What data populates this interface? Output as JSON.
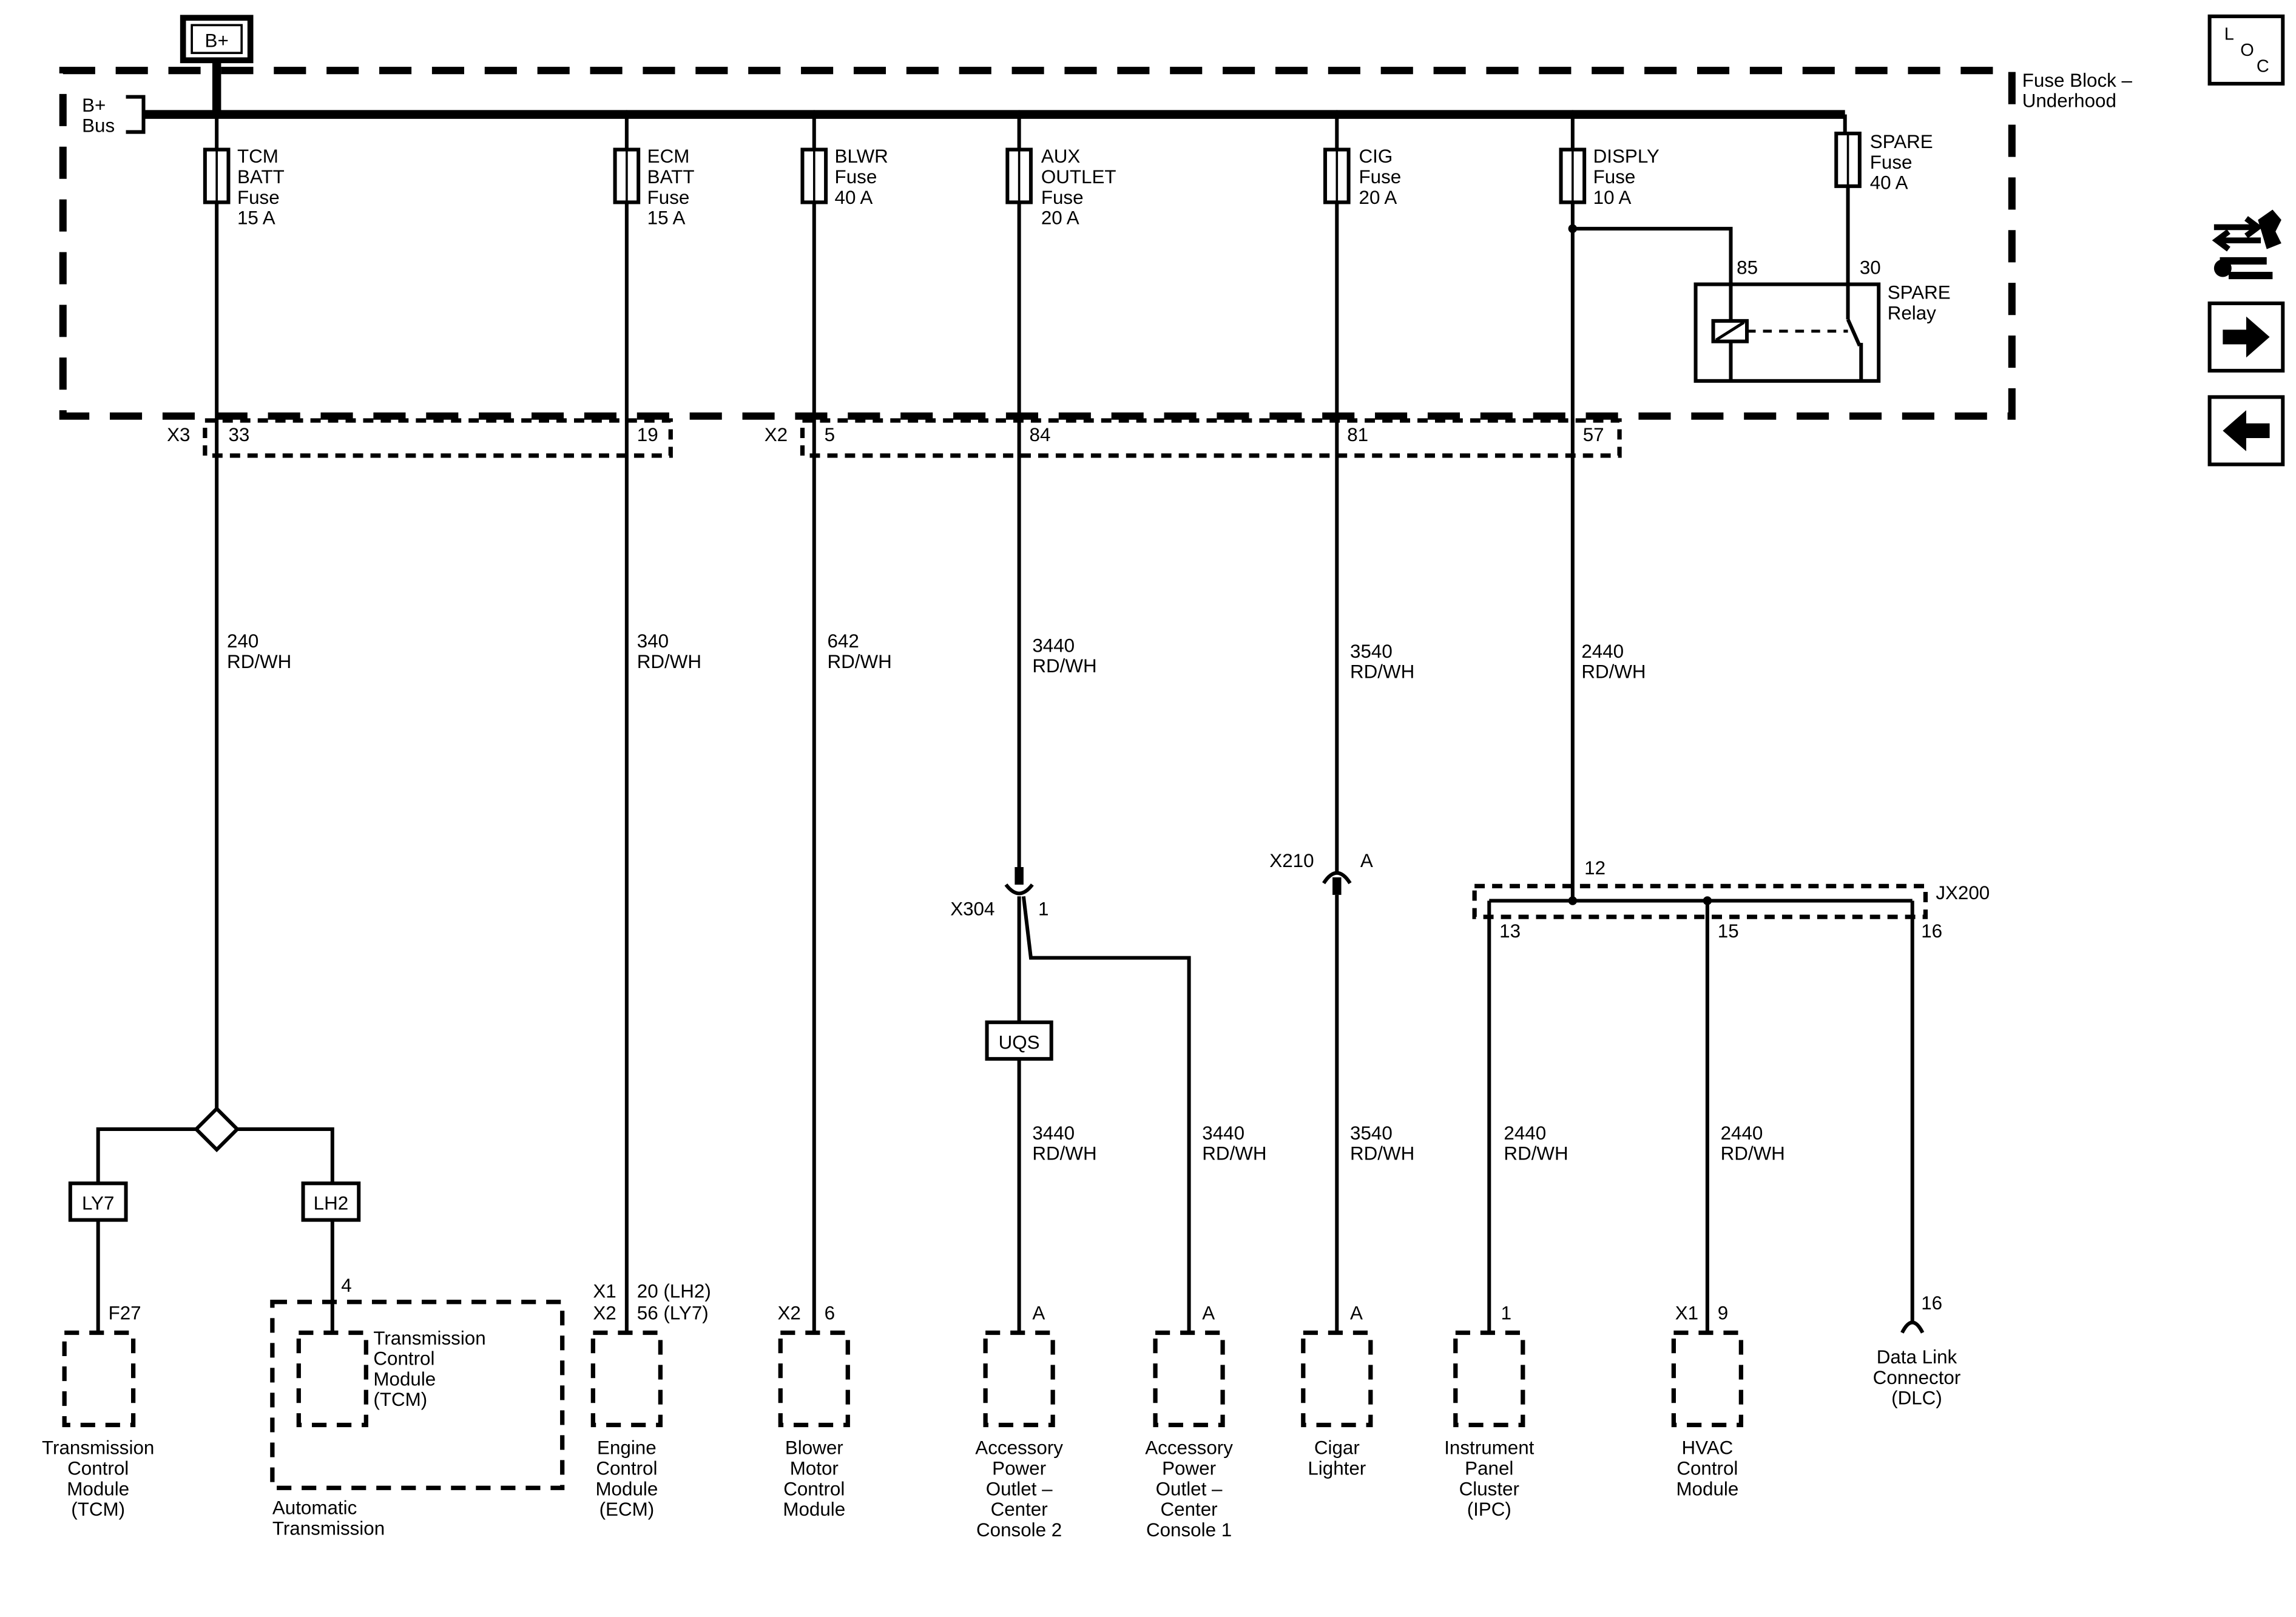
{
  "battery": "B+",
  "bus": [
    "B+",
    "Bus"
  ],
  "fuse_block": [
    "Fuse Block –",
    "Underhood"
  ],
  "fuses": {
    "tcm": [
      "TCM",
      "BATT",
      "Fuse",
      "15 A"
    ],
    "ecm": [
      "ECM",
      "BATT",
      "Fuse",
      "15 A"
    ],
    "blwr": [
      "BLWR",
      "Fuse",
      "40 A"
    ],
    "aux": [
      "AUX",
      "OUTLET",
      "Fuse",
      "20 A"
    ],
    "cig": [
      "CIG",
      "Fuse",
      "20 A"
    ],
    "disply": [
      "DISPLY",
      "Fuse",
      "10 A"
    ],
    "spare": [
      "SPARE",
      "Fuse",
      "40 A"
    ]
  },
  "relay": {
    "name": [
      "SPARE",
      "Relay"
    ],
    "pin85": "85",
    "pin30": "30"
  },
  "fuse_block_connectors": {
    "x3": "X3",
    "x2": "X2",
    "pins": {
      "tcm": "33",
      "ecm": "19",
      "blwr": "5",
      "aux": "84",
      "cig": "81",
      "disply": "57"
    }
  },
  "wires": {
    "tcm": [
      "240",
      "RD/WH"
    ],
    "ecm": [
      "340",
      "RD/WH"
    ],
    "blwr": [
      "642",
      "RD/WH"
    ],
    "aux": [
      "3440",
      "RD/WH"
    ],
    "cig": [
      "3540",
      "RD/WH"
    ],
    "disply": [
      "2440",
      "RD/WH"
    ],
    "acc2": [
      "3440",
      "RD/WH"
    ],
    "acc1": [
      "3440",
      "RD/WH"
    ],
    "cig_lower": [
      "3540",
      "RD/WH"
    ],
    "ipc": [
      "2440",
      "RD/WH"
    ],
    "hvac": [
      "2440",
      "RD/WH"
    ]
  },
  "options": {
    "ly7": "LY7",
    "lh2": "LH2",
    "uqs": "UQS"
  },
  "connectors": {
    "x304": "X304",
    "x304_pin": "1",
    "x210": "X210",
    "x210_pin": "A",
    "jx200": "JX200",
    "jx200_in": "12",
    "jx200_13": "13",
    "jx200_15": "15",
    "jx200_16": "16"
  },
  "pins": {
    "tcm_f27": "F27",
    "at_4": "4",
    "ecm_x1": "X1",
    "ecm_x2": "X2",
    "ecm_p1": "20 (LH2)",
    "ecm_p2": "56 (LY7)",
    "blower_x2": "X2",
    "blower_pin": "6",
    "acc2_pin": "A",
    "acc1_pin": "A",
    "cig_pin": "A",
    "ipc_pin": "1",
    "hvac_x1": "X1",
    "hvac_pin": "9",
    "dlc_pin": "16"
  },
  "components": {
    "tcm": [
      "Transmission",
      "Control",
      "Module",
      "(TCM)"
    ],
    "tcm_inner": [
      "Transmission",
      "Control",
      "Module",
      "(TCM)"
    ],
    "auto_trans": [
      "Automatic",
      "Transmission"
    ],
    "ecm": [
      "Engine",
      "Control",
      "Module",
      "(ECM)"
    ],
    "blower": [
      "Blower",
      "Motor",
      "Control",
      "Module"
    ],
    "acc2": [
      "Accessory",
      "Power",
      "Outlet –",
      "Center",
      "Console 2"
    ],
    "acc1": [
      "Accessory",
      "Power",
      "Outlet –",
      "Center",
      "Console 1"
    ],
    "cig": [
      "Cigar",
      "Lighter"
    ],
    "ipc": [
      "Instrument",
      "Panel",
      "Cluster",
      "(IPC)"
    ],
    "hvac": [
      "HVAC",
      "Control",
      "Module"
    ],
    "dlc": [
      "Data Link",
      "Connector",
      "(DLC)"
    ]
  },
  "nav": {
    "loc": [
      "L",
      "O",
      "C"
    ]
  }
}
